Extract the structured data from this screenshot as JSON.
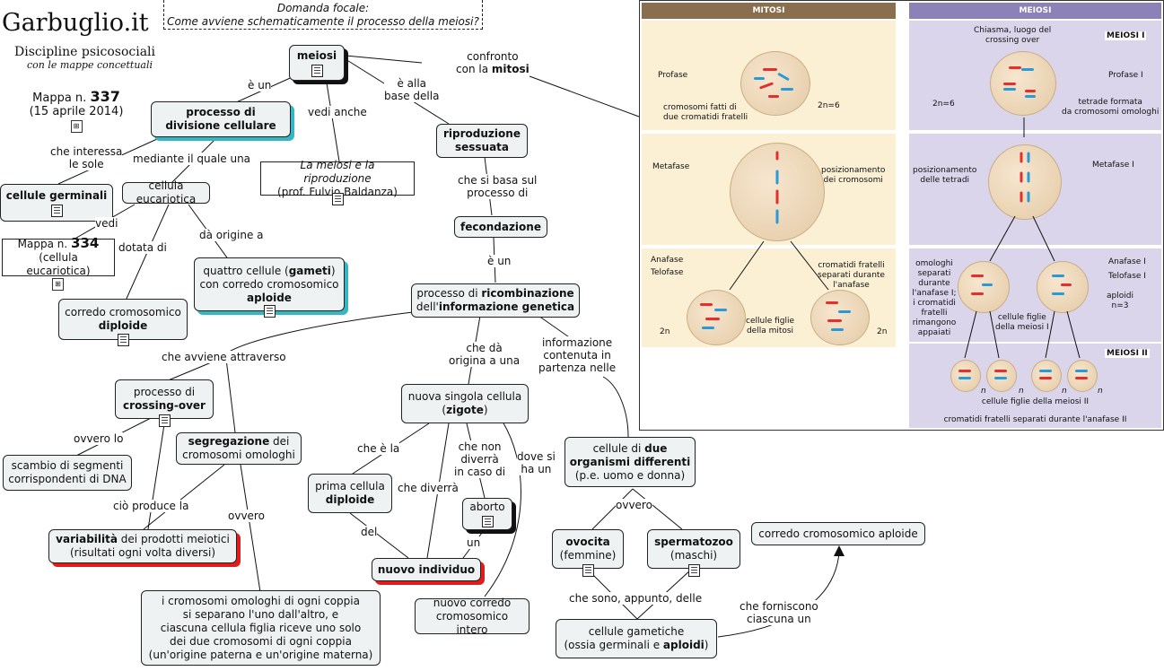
{
  "header": {
    "focal_title": "Domanda focale:",
    "focal_question": "Come avviene schematicamente il processo della meiosi?"
  },
  "logo": {
    "title": "Garbuglio.it",
    "subtitle": "Discipline psicosociali",
    "tagline": "con le mappe concettuali",
    "map_prefix": "Mappa n.",
    "map_number": "337",
    "map_date": "(15 aprile 2014)"
  },
  "nodes": {
    "meiosi": "meiosi",
    "processo_title": "processo di divisione cellulare",
    "cellule_germinali": "cellule germinali",
    "cellula_eucariotica": "cellula eucariotica",
    "mappa334_prefix": "Mappa n.",
    "mappa334_number": "334",
    "mappa334_sub": "(cellula eucariotica)",
    "corredo_diploide_a": "corredo cromosomico",
    "corredo_diploide_b": "diploide",
    "quattro_a": "quattro cellule (",
    "quattro_b": "gameti",
    "quattro_c": ")",
    "quattro_d": "con corredo cromosomico",
    "quattro_e": "aploide",
    "libro_title": "La meiosi e la riproduzione",
    "libro_author": "(prof. Fulvio Baldanza)",
    "riproduzione_a": "riproduzione",
    "riproduzione_b": "sessuata",
    "fecondazione": "fecondazione",
    "ricomb_a": "processo di ",
    "ricomb_b": "ricombinazione",
    "ricomb_c": "dell'",
    "ricomb_d": "informazione genetica",
    "crossing_a": "processo di",
    "crossing_b": "crossing-over",
    "segregazione_a": "segregazione",
    "segregazione_b": " dei",
    "segregazione_c": "cromosomi omologhi",
    "scambio_a": "scambio di segmenti",
    "scambio_b": "corrispondenti di DNA",
    "variabilita_a": "variabilità",
    "variabilita_b": " dei prodotti meiotici",
    "variabilita_c": "(risultati ogni volta diversi)",
    "omologhi_1": "i cromosomi omologhi di ogni coppia",
    "omologhi_2": "si separano l'uno dall'altro, e",
    "omologhi_3": "ciascuna cellula figlia riceve uno solo",
    "omologhi_4": "dei due cromosomi di ogni coppia",
    "omologhi_5": "(un'origine paterna e un'origine materna)",
    "zigote_a": "nuova singola cellula",
    "zigote_b": "zigote",
    "prima_a": "prima cellula",
    "prima_b": "diploide",
    "aborto": "aborto",
    "nuovo_individuo": "nuovo individuo",
    "nuovo_corredo_a": "nuovo corredo",
    "nuovo_corredo_b": "cromosomico intero",
    "organismi_a": "cellule di ",
    "organismi_b": "due",
    "organismi_c": "organismi differenti",
    "organismi_d": "(p.e. uomo e donna)",
    "ovocita_a": "ovocita",
    "ovocita_b": "(femmine)",
    "spermatozoo_a": "spermatozoo",
    "spermatozoo_b": "(maschi)",
    "gametiche_a": "cellule gametiche",
    "gametiche_b": "(ossia germinali e ",
    "gametiche_c": "aploidi",
    "gametiche_d": ")",
    "corredo_aploide": "corredo cromosomico aploide"
  },
  "links": {
    "e_un": "è un",
    "vedi_anche": "vedi anche",
    "alla_base_a": "è alla",
    "alla_base_b": "base della",
    "confronto_a": "confronto",
    "confronto_b": "con la ",
    "confronto_c": "mitosi",
    "interessa_a": "che interessa",
    "interessa_b": "le sole",
    "mediante": "mediante il quale una",
    "vedi": "vedi",
    "dotata_di": "dotata di",
    "da_origine": "dà origine a",
    "si_basa_a": "che si basa sul",
    "si_basa_b": "processo di",
    "e_un2": "è un",
    "avviene_attraverso": "che avviene attraverso",
    "origina_a": "che dà",
    "origina_b": "origina a una",
    "info_a": "informazione",
    "info_b": "contenuta in",
    "info_c": "partenza nelle",
    "ovvero_lo": "ovvero lo",
    "produce_la": "ciò produce la",
    "ovvero": "ovvero",
    "che_e_la": "che è la",
    "che_diverra": "che diverrà",
    "non_diverra_a": "che non",
    "non_diverra_b": "diverrà",
    "non_diverra_c": "in caso di",
    "dove_si_a": "dove si",
    "dove_si_b": "ha un",
    "del": "del",
    "un": "un",
    "ovvero2": "ovvero",
    "che_sono": "che sono, appunto, delle",
    "forniscono_a": "che forniscono",
    "forniscono_b": "ciascuna un"
  },
  "figure": {
    "mitosi_header": "MITOSI",
    "meiosi_header": "MEIOSI",
    "profase": "Profase",
    "cromosomi_fatti_a": "cromosomi fatti di",
    "cromosomi_fatti_b": "due cromatidi fratelli",
    "n6_a": "2n=6",
    "metafase": "Metafase",
    "posizionamento_cromosomi_a": "posizionamento",
    "posizionamento_cromosomi_b": "dei cromosomi",
    "anafase": "Anafase",
    "telofase": "Telofase",
    "cromatidi_sep_a": "cromatidi fratelli",
    "cromatidi_sep_b": "separati  durante",
    "cromatidi_sep_c": "l'anafase",
    "cellule_figlie_mitosi_a": "cellule figlie",
    "cellule_figlie_mitosi_b": "della mitosi",
    "two_n_left": "2n",
    "two_n_right": "2n",
    "chiasma_a": "Chiasma, luogo del",
    "chiasma_b": "crossing over",
    "meiosi_i_tag": "MEIOSI I",
    "profase_i": "Profase I",
    "n6_b": "2n=6",
    "tetrade_a": "tetrade formata",
    "tetrade_b": "da cromosomi omologhi",
    "posizionamento_tetradi_a": "posizionamento",
    "posizionamento_tetradi_b": "delle tetradi",
    "metafase_i": "Metafase I",
    "omologhi_sep_1": "omologhi",
    "omologhi_sep_2": "separati",
    "omologhi_sep_3": "durante",
    "omologhi_sep_4": "l'anafase I;",
    "omologhi_sep_5": "i cromatidi",
    "omologhi_sep_6": "fratelli",
    "omologhi_sep_7": "rimangono",
    "omologhi_sep_8": "appaiati",
    "anafase_i": "Anafase I",
    "telofase_i": "Telofase I",
    "aploidi_a": "aploidi",
    "aploidi_b": "n=3",
    "cellule_figlie_meiosi_i_a": "cellule figlie",
    "cellule_figlie_meiosi_i_b": "della meiosi I",
    "meiosi_ii_tag": "MEIOSI II",
    "n_label": "n",
    "cellule_figlie_meiosi_ii": "cellule figlie della meiosi II",
    "cromatidi_ii": "cromatidi fratelli separati durante l'anafase II"
  },
  "colors": {
    "teal_shadow": "#34b6c3",
    "red_shadow": "#e41b1b",
    "mitosi_header_bg": "#8a6f4e",
    "meiosi_header_bg": "#8c82b8",
    "mitosi_panel_bg": "#fbefd4",
    "meiosi_panel_bg": "#dad5ea"
  }
}
